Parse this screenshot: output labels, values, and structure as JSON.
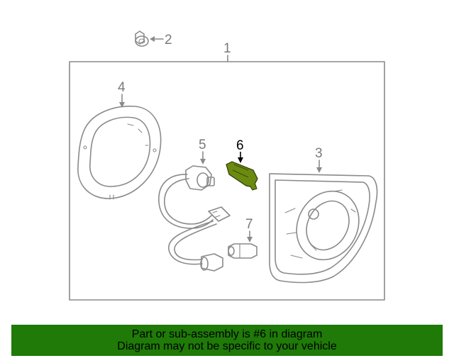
{
  "callouts": {
    "c1": "1",
    "c2": "2",
    "c3": "3",
    "c4": "4",
    "c5": "5",
    "c6": "6",
    "c7": "7"
  },
  "highlighted_part": "6",
  "colors": {
    "line": "#8a8a8a",
    "highlight_part": "#6a8a10",
    "highlight_label": "#000000",
    "banner_background": "#1f7a08",
    "banner_text": "#000000"
  },
  "banner": {
    "line1": "Part or sub-assembly is #6 in diagram",
    "line2": "Diagram may not be specific to your vehicle"
  }
}
